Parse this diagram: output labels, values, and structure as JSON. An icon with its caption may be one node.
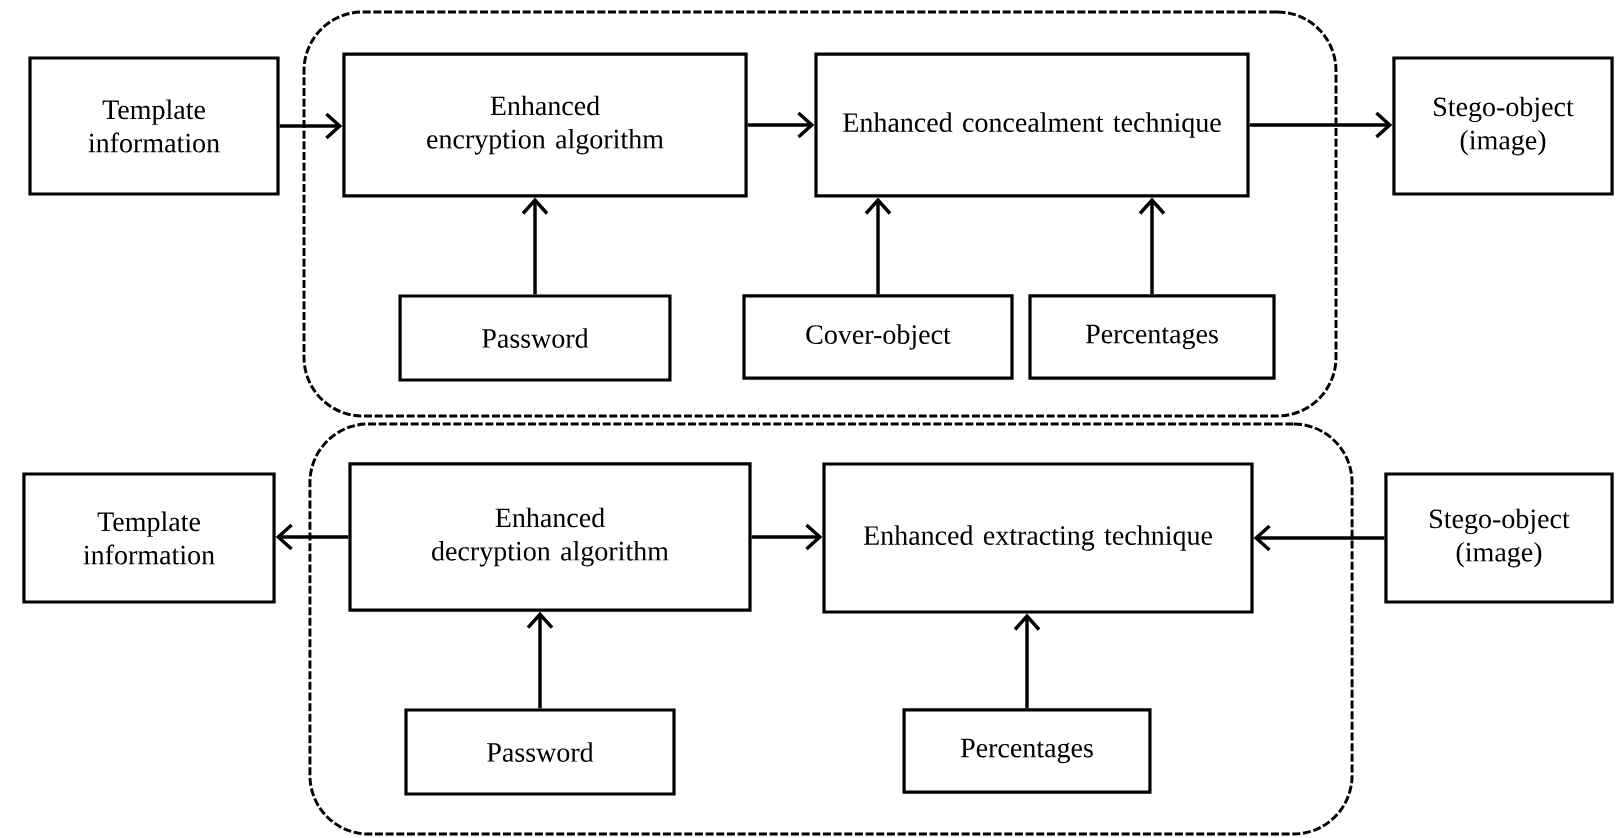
{
  "diagram": {
    "nodes": [
      {
        "text": [],
        "shape": "box"
      },
      {
        "text": [
          "Template information"
        ]
      },
      {
        "text": [
          "Enhanced encryption algorithm"
        ],
        "in": 0
      },
      {
        "text": [
          "Enhanced concealment technique"
        ],
        "in": 0
      },
      {
        "text": [
          "Stego-object (image)"
        ]
      },
      {
        "text": [
          "Password"
        ],
        "in": 0
      },
      {
        "text": [
          "Cover-object"
        ],
        "in": 0
      },
      {
        "text": [
          "Percentages"
        ],
        "in": 0
      },
      {
        "text": [],
        "shape": "box"
      },
      {
        "text": [
          "Template information"
        ]
      },
      {
        "text": [
          "Enhanced decryption algorithm"
        ],
        "in": 8
      },
      {
        "text": [
          "Enhanced extracting technique"
        ],
        "in": 8
      },
      {
        "text": [
          "Stego-object (image)"
        ]
      },
      {
        "text": [
          "Password"
        ],
        "in": 8
      },
      {
        "text": [
          "Percentages"
        ],
        "in": 8
      }
    ],
    "edges": [
      {
        "from": 1,
        "to": 2,
        "arrow": "to"
      },
      {
        "from": 2,
        "to": 3,
        "arrow": "to"
      },
      {
        "from": 3,
        "to": 4,
        "arrow": "to"
      },
      {
        "from": 5,
        "to": 2,
        "arrow": "to"
      },
      {
        "from": 6,
        "to": 3,
        "arrow": "to"
      },
      {
        "from": 7,
        "to": 3,
        "arrow": "to"
      },
      {
        "from": 10,
        "to": 9,
        "arrow": "to"
      },
      {
        "from": 10,
        "to": 11,
        "arrow": "to"
      },
      {
        "from": 12,
        "to": 11,
        "arrow": "to"
      },
      {
        "from": 13,
        "to": 10,
        "arrow": "to"
      },
      {
        "from": 14,
        "to": 11,
        "arrow": "to"
      }
    ]
  }
}
